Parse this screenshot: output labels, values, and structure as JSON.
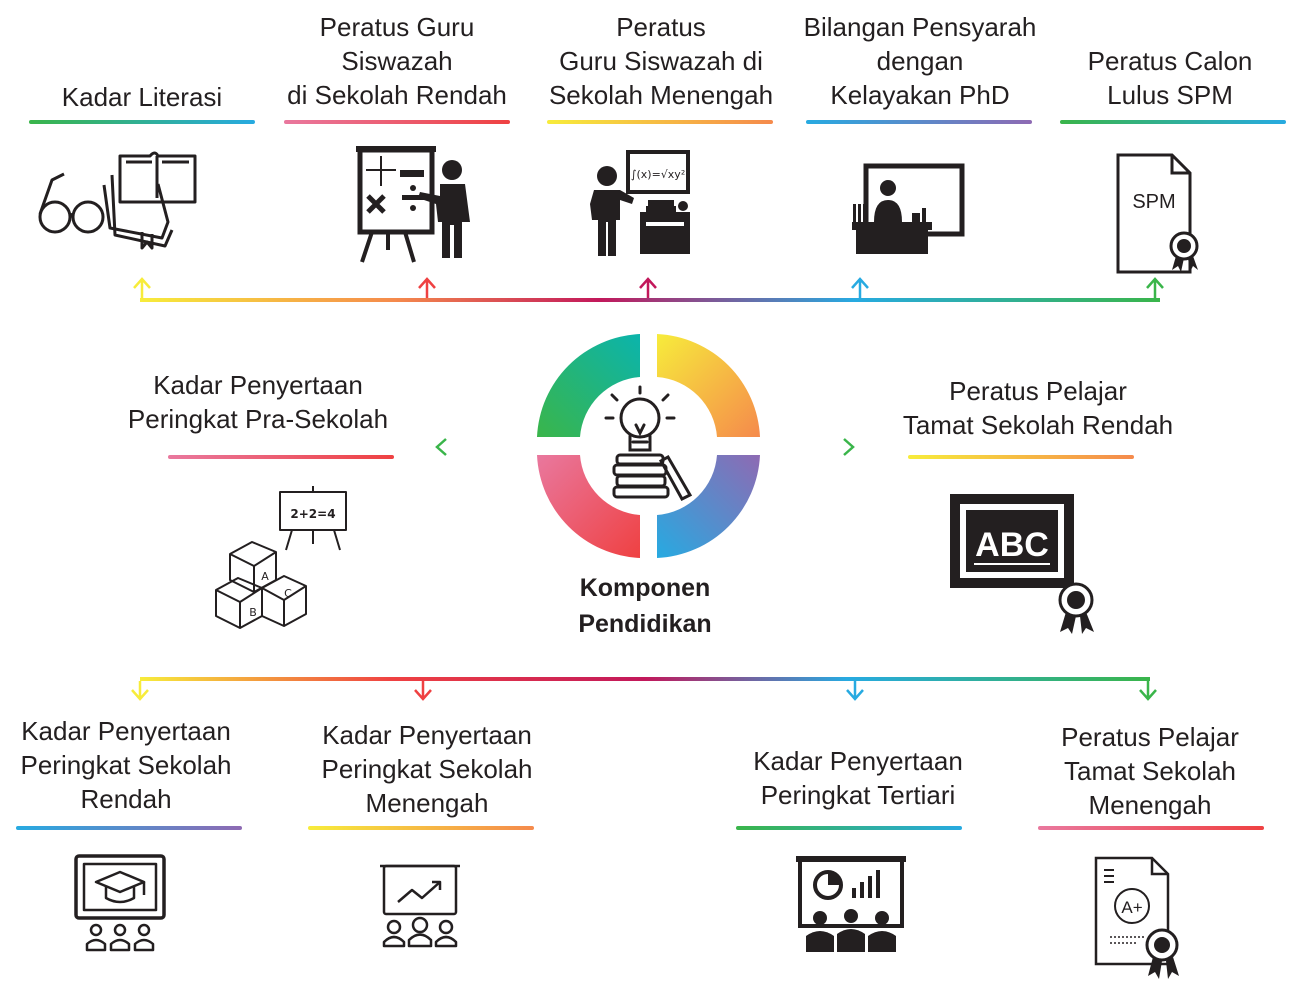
{
  "center": {
    "title": "Komponen\nPendidikan",
    "icon": "lightbulb-books-icon"
  },
  "top_items": [
    {
      "label": "Kadar Literasi",
      "icon": "glasses-books-icon"
    },
    {
      "label": "Peratus Guru\nSiswazah\ndi Sekolah Rendah",
      "icon": "teacher-math-board-icon"
    },
    {
      "label": "Peratus\nGuru Siswazah di\nSekolah Menengah",
      "icon": "teacher-formula-board-icon"
    },
    {
      "label": "Bilangan Pensyarah\ndengan\nKelayakan PhD",
      "icon": "lecturer-desk-icon"
    },
    {
      "label": "Peratus Calon\nLulus SPM",
      "icon": "spm-certificate-icon",
      "icon_text": "SPM"
    }
  ],
  "middle_items": [
    {
      "label": "Kadar Penyertaan\nPeringkat Pra-Sekolah",
      "icon": "abc-blocks-board-icon",
      "board_text": "2+2=4",
      "block_letters": [
        "A",
        "B",
        "C"
      ]
    },
    {
      "label": "Peratus Pelajar\nTamat Sekolah Rendah",
      "icon": "abc-blackboard-icon",
      "board_text": "ABC"
    }
  ],
  "bottom_items": [
    {
      "label": "Kadar Penyertaan\nPeringkat Sekolah\nRendah",
      "icon": "graduation-screen-icon"
    },
    {
      "label": "Kadar Penyertaan\nPeringkat Sekolah\nMenengah",
      "icon": "presentation-growth-icon"
    },
    {
      "label": "Kadar Penyertaan\nPeringkat Tertiari",
      "icon": "presentation-chart-audience-icon"
    },
    {
      "label": "Peratus Pelajar\nTamat Sekolah\nMenengah",
      "icon": "a-plus-certificate-icon",
      "icon_text": "A+"
    }
  ],
  "colors": {
    "teal": "#0bb4ac",
    "yellow": "#f7ec3b",
    "orange": "#f58a4c",
    "pink": "#e9789e",
    "red": "#ef4142",
    "purple": "#8e6ab3",
    "blue": "#27aae1",
    "green": "#3ab54a",
    "ink": "#231f20"
  }
}
